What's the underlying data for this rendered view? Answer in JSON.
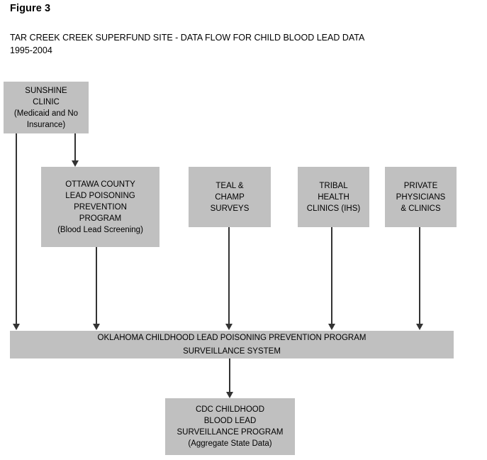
{
  "figure": {
    "label": "Figure 3",
    "title_line1": "TAR CREEK CREEK SUPERFUND SITE - DATA FLOW FOR CHILD BLOOD LEAD DATA",
    "title_line2": "1995-2004"
  },
  "colors": {
    "node_fill": "#c0c0c0",
    "connector": "#333333",
    "background": "#ffffff",
    "text": "#000000"
  },
  "nodes": {
    "sunshine": {
      "lines": [
        "SUNSHINE",
        "CLINIC"
      ],
      "sub": "(Medicaid and No Insurance)"
    },
    "ottawa": {
      "lines": [
        "OTTAWA COUNTY",
        "LEAD POISONING",
        "PREVENTION",
        "PROGRAM"
      ],
      "sub": "(Blood Lead Screening)"
    },
    "teal": {
      "lines": [
        "TEAL &",
        "CHAMP",
        "SURVEYS"
      ],
      "sub": ""
    },
    "tribal": {
      "lines": [
        "TRIBAL",
        "HEALTH",
        "CLINICS (IHS)"
      ],
      "sub": ""
    },
    "private": {
      "lines": [
        "PRIVATE",
        "PHYSICIANS",
        "& CLINICS"
      ],
      "sub": ""
    },
    "oklahoma_surveillance": {
      "lines": [
        "OKLAHOMA CHILDHOOD LEAD POISONING PREVENTION PROGRAM",
        "SURVEILLANCE SYSTEM"
      ],
      "sub": ""
    },
    "cdc": {
      "lines": [
        "CDC CHILDHOOD",
        "BLOOD LEAD",
        "SURVEILLANCE PROGRAM"
      ],
      "sub": "(Aggregate State Data)"
    }
  },
  "node_text": {
    "sunshine_l1": "SUNSHINE",
    "sunshine_l2": "CLINIC",
    "sunshine_s1": "(Medicaid and No",
    "sunshine_s2": "Insurance)",
    "ottawa_l1": "OTTAWA COUNTY",
    "ottawa_l2": "LEAD POISONING",
    "ottawa_l3": "PREVENTION",
    "ottawa_l4": "PROGRAM",
    "ottawa_s1": "(Blood Lead Screening)",
    "teal_l1": "TEAL &",
    "teal_l2": "CHAMP",
    "teal_l3": "SURVEYS",
    "tribal_l1": "TRIBAL",
    "tribal_l2": "HEALTH",
    "tribal_l3": "CLINICS (IHS)",
    "private_l1": "PRIVATE",
    "private_l2": "PHYSICIANS",
    "private_l3": "& CLINICS",
    "okcl_l1": "OKLAHOMA CHILDHOOD LEAD POISONING PREVENTION PROGRAM",
    "okcl_l2": "SURVEILLANCE SYSTEM",
    "cdc_l1": "CDC CHILDHOOD",
    "cdc_l2": "BLOOD LEAD",
    "cdc_l3": "SURVEILLANCE PROGRAM",
    "cdc_s1": "(Aggregate State Data)"
  },
  "edges": [
    {
      "from": "sunshine",
      "to": "oklahoma_surveillance",
      "arrow": true
    },
    {
      "from": "sunshine",
      "to": "ottawa",
      "arrow": true
    },
    {
      "from": "ottawa",
      "to": "oklahoma_surveillance",
      "arrow": true
    },
    {
      "from": "teal",
      "to": "oklahoma_surveillance",
      "arrow": true
    },
    {
      "from": "tribal",
      "to": "oklahoma_surveillance",
      "arrow": true
    },
    {
      "from": "private",
      "to": "oklahoma_surveillance",
      "arrow": true
    },
    {
      "from": "oklahoma_surveillance",
      "to": "cdc",
      "arrow": true
    }
  ]
}
